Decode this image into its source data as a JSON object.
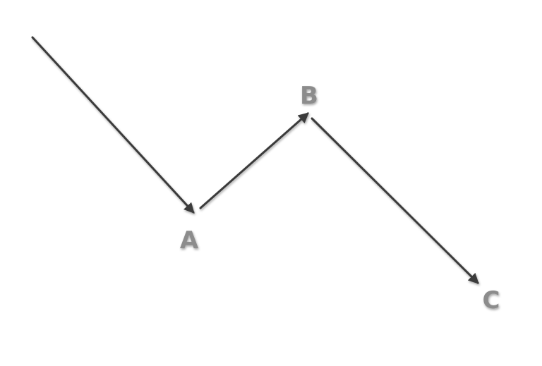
{
  "diagram": {
    "colors": {
      "line": "#3a3a3a",
      "label": "#8c8c8c",
      "background": "#ffffff"
    },
    "labels": {
      "a": "A",
      "b": "B",
      "c": "C"
    },
    "arrows": [
      {
        "name": "arrow-start-to-a",
        "from": "start",
        "to": "A"
      },
      {
        "name": "arrow-a-to-b",
        "from": "A",
        "to": "B"
      },
      {
        "name": "arrow-b-to-c",
        "from": "B",
        "to": "C"
      }
    ]
  }
}
